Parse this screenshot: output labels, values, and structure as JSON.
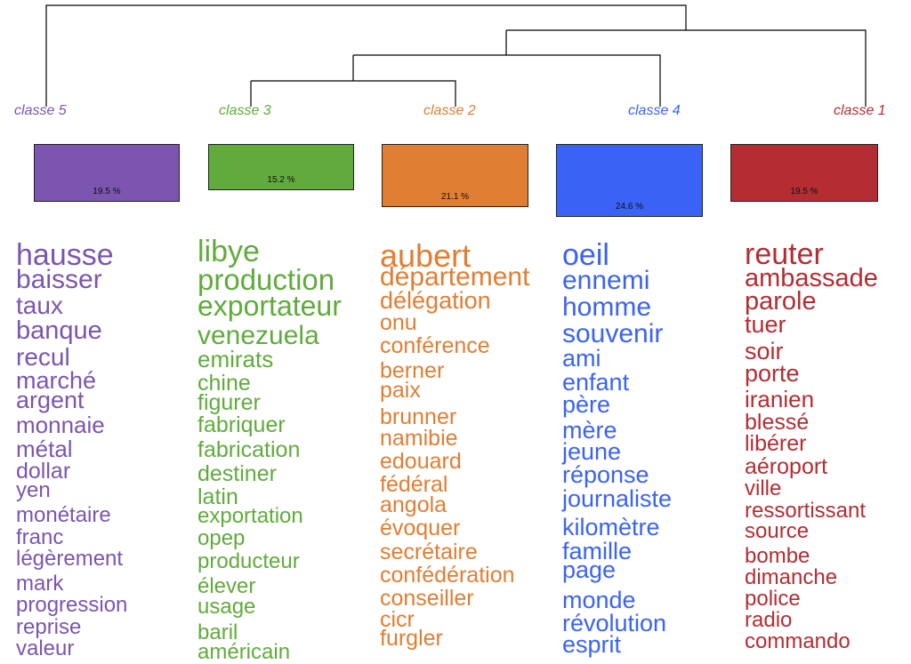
{
  "classes": [
    {
      "label": "classe  5",
      "color": "#7b55b0",
      "percent": "19.5 %",
      "words": [
        "hausse",
        "baisser",
        "taux",
        "banque",
        "recul",
        "marché",
        "argent",
        "monnaie",
        "métal",
        "dollar",
        "yen",
        "monétaire",
        "franc",
        "légèrement",
        "mark",
        "progression",
        "reprise",
        "valeur"
      ]
    },
    {
      "label": "classe  3",
      "color": "#60ab3c",
      "percent": "15.2 %",
      "words": [
        "libye",
        "production",
        "exportateur",
        "venezuela",
        "emirats",
        "chine",
        "figurer",
        "fabriquer",
        "fabrication",
        "destiner",
        "latin",
        "exportation",
        "opep",
        "producteur",
        "élever",
        "usage",
        "baril",
        "américain"
      ]
    },
    {
      "label": "classe  2",
      "color": "#e07e33",
      "percent": "21.1 %",
      "words": [
        "aubert",
        "département",
        "délégation",
        "onu",
        "conférence",
        "berner",
        "paix",
        "brunner",
        "namibie",
        "edouard",
        "fédéral",
        "angola",
        "évoquer",
        "secrétaire",
        "confédération",
        "conseiller",
        "cicr",
        "furgler"
      ]
    },
    {
      "label": "classe  4",
      "color": "#3a63f5",
      "percent": "24.6 %",
      "words": [
        "oeil",
        "ennemi",
        "homme",
        "souvenir",
        "ami",
        "enfant",
        "père",
        "mère",
        "jeune",
        "réponse",
        "journaliste",
        "kilomètre",
        "famille",
        "page",
        "monde",
        "révolution",
        "esprit"
      ]
    },
    {
      "label": "classe  1",
      "color": "#b32d33",
      "percent": "19.5 %",
      "words": [
        "reuter",
        "ambassade",
        "parole",
        "tuer",
        "soir",
        "porte",
        "iranien",
        "blessé",
        "libérer",
        "aéroport",
        "ville",
        "ressortissant",
        "source",
        "bombe",
        "dimanche",
        "police",
        "radio",
        "commando"
      ]
    }
  ]
}
